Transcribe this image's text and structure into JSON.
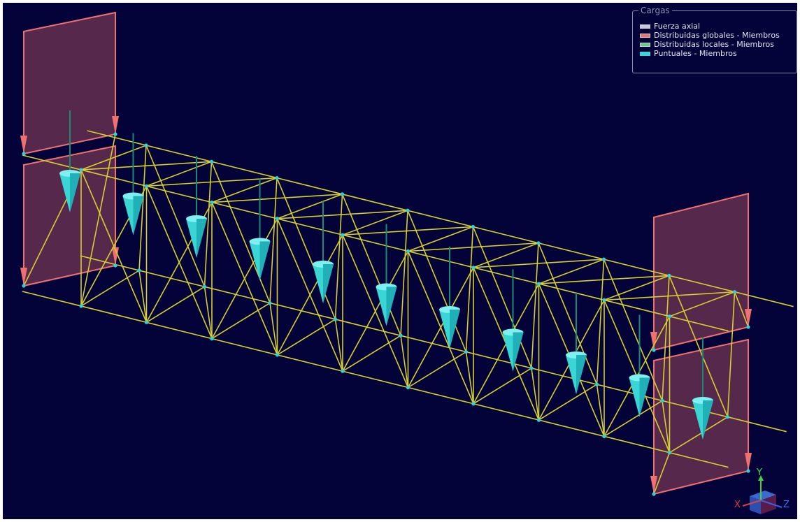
{
  "legend": {
    "title": "Cargas",
    "items": [
      {
        "label": "Fuerza axial",
        "color": "#c8c8e0"
      },
      {
        "label": "Distribuidas globales - Miembros",
        "color": "#f07070"
      },
      {
        "label": "Distribuidas locales - Miembros",
        "color": "#66c88a"
      },
      {
        "label": "Puntuales - Miembros",
        "color": "#3ad6d6"
      }
    ]
  },
  "triad": {
    "x_label": "X",
    "y_label": "Y",
    "z_label": "Z"
  },
  "colors": {
    "background": "#03033a",
    "members": "#d6cf2e",
    "nodes": "#2fd0d8",
    "point_load": "#3ad6d6",
    "distributed_load": "#f07070"
  }
}
